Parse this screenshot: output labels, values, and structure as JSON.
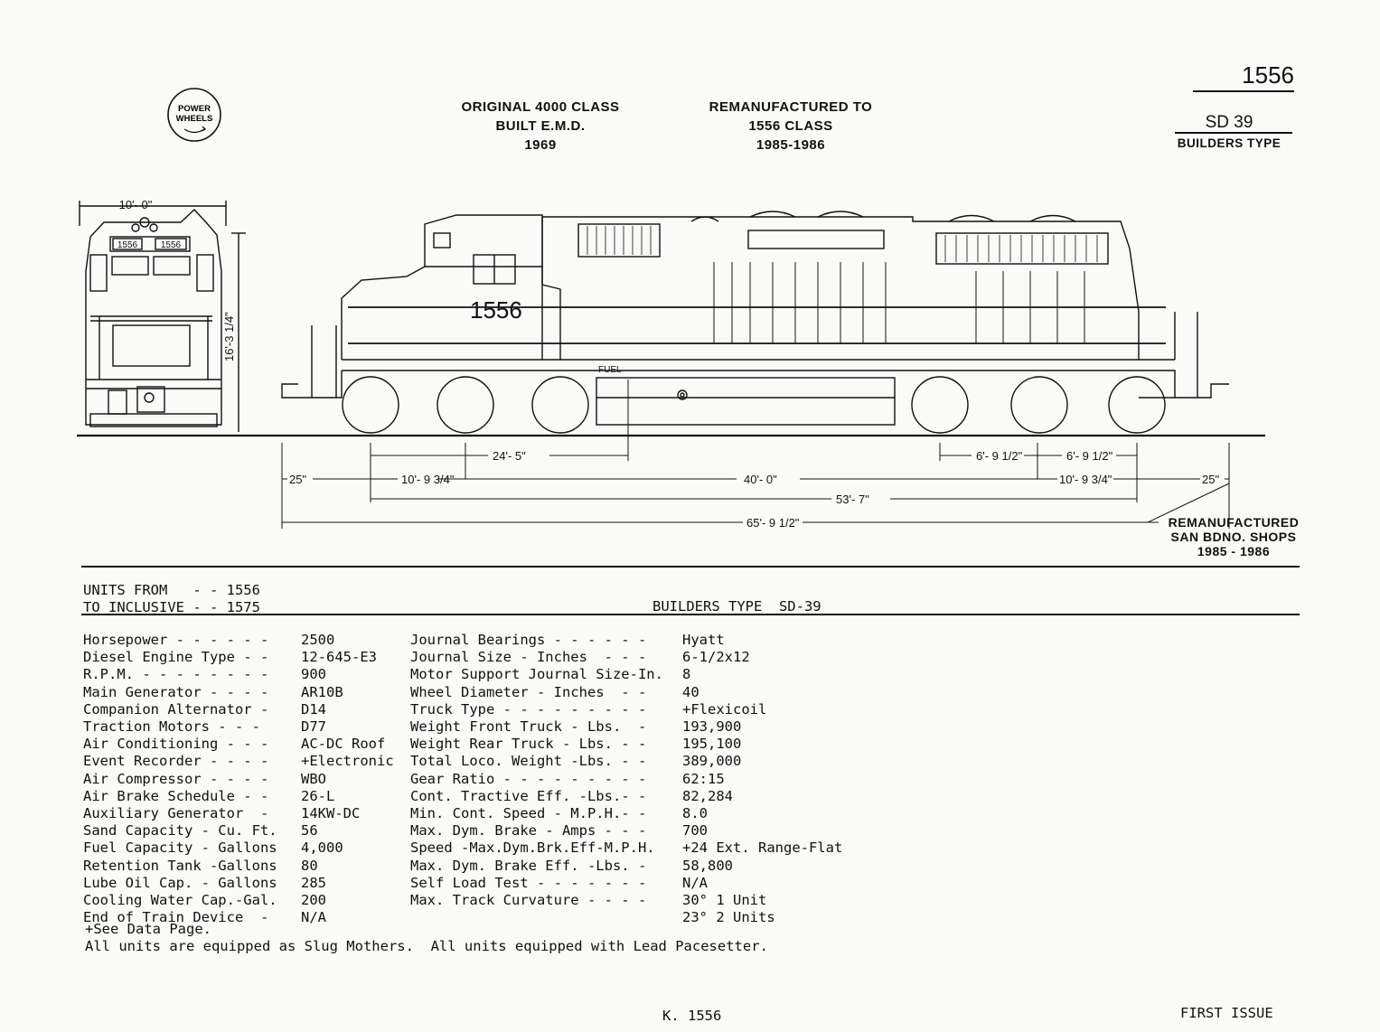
{
  "sheet": {
    "number": "1556",
    "model": "SD 39",
    "builders_type_caption": "BUILDERS TYPE",
    "logo_text": [
      "POWER",
      "WHEELS"
    ],
    "original": [
      "ORIGINAL 4000 CLASS",
      "BUILT E.M.D.",
      "1969"
    ],
    "reman": [
      "REMANUFACTURED TO",
      "1556 CLASS",
      "1985-1986"
    ],
    "reman_shops": [
      "REMANUFACTURED",
      "SAN BDNO. SHOPS",
      "1985 - 1986"
    ]
  },
  "drawing": {
    "unit_number": "1556",
    "number_boards": [
      "1556",
      "1556"
    ],
    "fuel_label": "FUEL",
    "front_width": "10'- 0\"",
    "front_height": "16'-3 1/4\"",
    "dims": {
      "end_left": "25\"",
      "end_right": "25\"",
      "axle_left": "10'- 9 3/4\"",
      "axle_right": "10'- 9 3/4\"",
      "truck_centers": "40'- 0\"",
      "axle_spacing_a": "6'- 9 1/2\"",
      "axle_spacing_b": "6'- 9 1/2\"",
      "fuel_point": "24'- 5\"",
      "wheelbase": "53'- 7\"",
      "overall": "65'- 9 1/2\""
    }
  },
  "units": {
    "from_label": "UNITS FROM   - - 1556",
    "to_label": "TO INCLUSIVE - - 1575",
    "builders_type": "BUILDERS TYPE  SD-39"
  },
  "specs_left": [
    {
      "label": "Horsepower - - - - - -",
      "value": "2500"
    },
    {
      "label": "Diesel Engine Type - -",
      "value": "12-645-E3"
    },
    {
      "label": "R.P.M. - - - - - - - -",
      "value": "900"
    },
    {
      "label": "Main Generator - - - -",
      "value": "AR10B"
    },
    {
      "label": "Companion Alternator -",
      "value": "D14"
    },
    {
      "label": "Traction Motors - - -",
      "value": "D77"
    },
    {
      "label": "Air Conditioning - - -",
      "value": "AC-DC Roof"
    },
    {
      "label": "Event Recorder - - - -",
      "value": "+Electronic"
    },
    {
      "label": "Air Compressor - - - -",
      "value": "WBO"
    },
    {
      "label": "Air Brake Schedule - -",
      "value": "26-L"
    },
    {
      "label": "Auxiliary Generator  -",
      "value": "14KW-DC"
    },
    {
      "label": "Sand Capacity - Cu. Ft.",
      "value": "56"
    },
    {
      "label": "Fuel Capacity - Gallons",
      "value": "4,000"
    },
    {
      "label": "Retention Tank -Gallons",
      "value": "80"
    },
    {
      "label": "Lube Oil Cap. - Gallons",
      "value": "285"
    },
    {
      "label": "Cooling Water Cap.-Gal.",
      "value": "200"
    },
    {
      "label": "End of Train Device  -",
      "value": "N/A"
    }
  ],
  "specs_right": [
    {
      "label": "Journal Bearings - - - - - -",
      "value": "Hyatt"
    },
    {
      "label": "Journal Size - Inches  - - -",
      "value": "6-1/2x12"
    },
    {
      "label": "Motor Support Journal Size-In.",
      "value": "8"
    },
    {
      "label": "Wheel Diameter - Inches  - -",
      "value": "40"
    },
    {
      "label": "Truck Type - - - - - - - - -",
      "value": "+Flexicoil"
    },
    {
      "label": "Weight Front Truck - Lbs.  -",
      "value": "193,900"
    },
    {
      "label": "Weight Rear Truck - Lbs. - -",
      "value": "195,100"
    },
    {
      "label": "Total Loco. Weight -Lbs. - -",
      "value": "389,000"
    },
    {
      "label": "Gear Ratio - - - - - - - - -",
      "value": "62:15"
    },
    {
      "label": "Cont. Tractive Eff. -Lbs.- -",
      "value": "82,284"
    },
    {
      "label": "Min. Cont. Speed - M.P.H.- -",
      "value": "8.0"
    },
    {
      "label": "Max. Dym. Brake - Amps - - -",
      "value": "700"
    },
    {
      "label": "Speed -Max.Dym.Brk.Eff-M.P.H.",
      "value": "+24 Ext. Range-Flat"
    },
    {
      "label": "Max. Dym. Brake Eff. -Lbs. -",
      "value": "58,800"
    },
    {
      "label": "Self Load Test - - - - - - -",
      "value": "N/A"
    },
    {
      "label": "Max. Track Curvature - - - -",
      "value": "30° 1 Unit"
    },
    {
      "label": "",
      "value": "23° 2 Units"
    }
  ],
  "notes": [
    "+See Data Page.",
    "All units are equipped as Slug Mothers.  All units equipped with Lead Pacesetter."
  ],
  "footer": {
    "code": "K. 1556",
    "issue": "FIRST ISSUE"
  }
}
